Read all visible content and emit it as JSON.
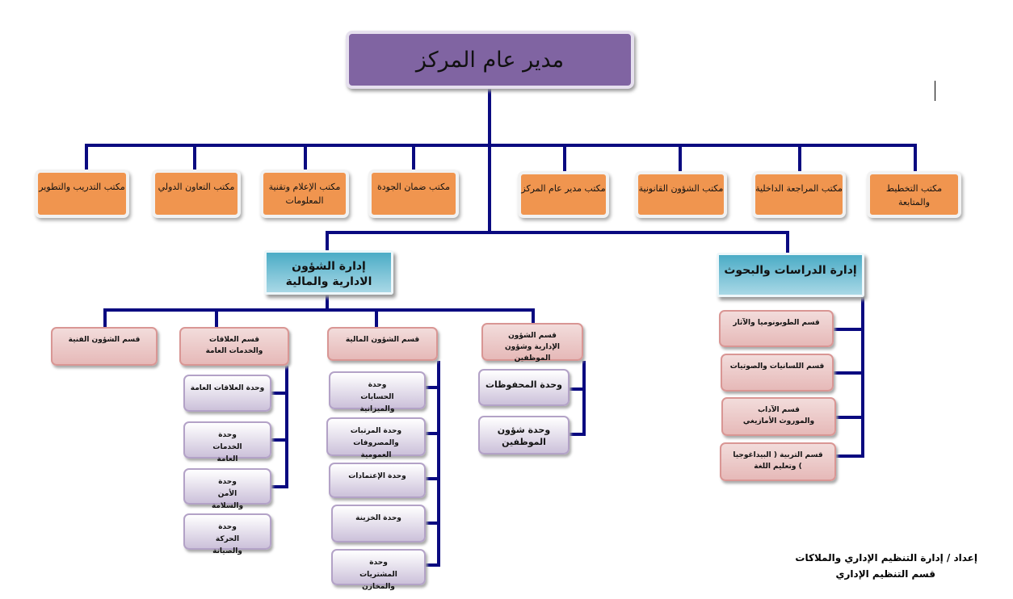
{
  "director": "مدير عام المركز",
  "offices": [
    "مكتب التدريب والتطوير",
    "مكتب التعاون الدولي",
    "مكتب الإعلام وتقنية المعلومات",
    "مكتب ضمان الجودة",
    "مكتب مدير عام المركز",
    "مكتب الشؤون القانونية",
    "مكتب المراجعة الداخلية",
    "مكتب التخطيط والمتابعة"
  ],
  "dept_admin": "إدارة الشؤون الادارية والمالية",
  "dept_studies": "إدارة الدراسات والبحوث",
  "admin_sections": [
    "قسم الشؤون الفنية",
    "قسم العلاقات والخدمات العامة",
    "قسم الشؤون المالية",
    "قسم الشؤون الإدارية وشؤون الموظفين"
  ],
  "relations_units": [
    "وحدة العلاقات العامة",
    "وحدة الخدمات العامة",
    "وحدة الأمن والسلامة",
    "وحدة الحركة والصيانة"
  ],
  "finance_units": [
    "وحدة الحسابات والميزانية",
    "وحدة المرتبات والمصروفات العمومية",
    "وحدة الإعتمادات",
    "وحدة الخزينة",
    "وحدة المشتريات والمخازن"
  ],
  "hr_units": [
    "وحدة المحفوظات",
    "وحدة شؤون الموظفين"
  ],
  "studies_sections": [
    "قسم الطوبونوميا والآثار",
    "قسم اللسانيات والصوتيات",
    "قسم الآداب والموروث الأمازيغي",
    "قسم التربية ( البيداغوجيا ) وتعليم اللغة"
  ],
  "footer": {
    "line1": "إعداد / إدارة التنظيم الإداري والملاكات",
    "line2": "قسم التنظيم الإداري"
  }
}
